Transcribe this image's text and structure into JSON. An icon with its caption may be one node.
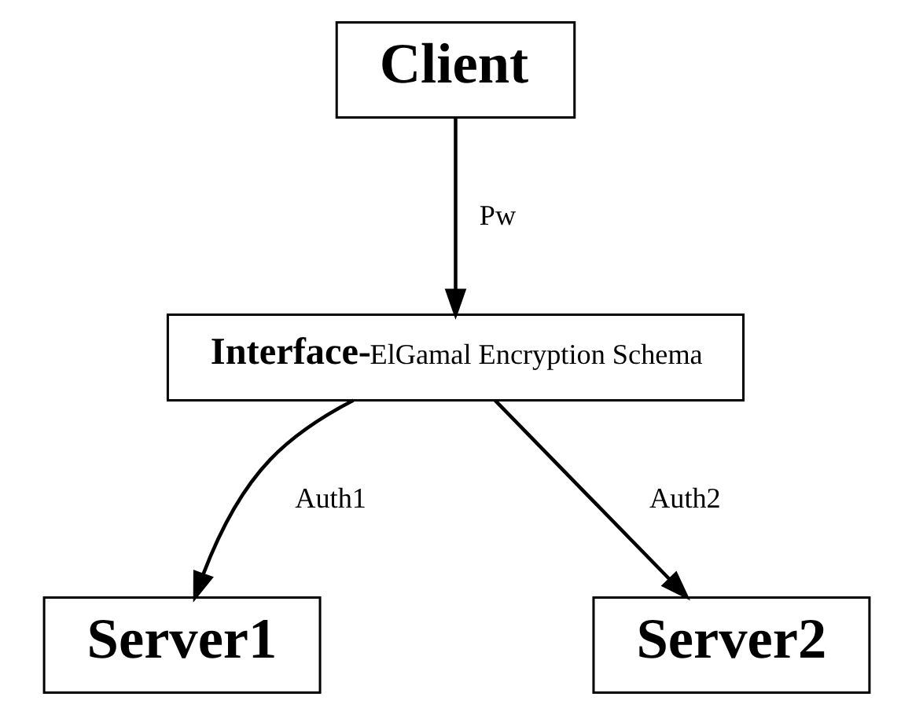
{
  "diagram": {
    "nodes": [
      {
        "text": [
          "Client"
        ]
      },
      {
        "text": [
          "**Interface-**ElGamal Encryption Schema"
        ]
      },
      {
        "text": [
          "Server1"
        ]
      },
      {
        "text": [
          "Server2"
        ]
      }
    ],
    "edges": [
      {
        "from": 0,
        "to": 1,
        "arrow": "to",
        "label": "Pw"
      },
      {
        "from": 1,
        "to": 2,
        "arrow": "to",
        "label": "Auth1"
      },
      {
        "from": 1,
        "to": 3,
        "arrow": "to",
        "label": "Auth2"
      }
    ]
  }
}
